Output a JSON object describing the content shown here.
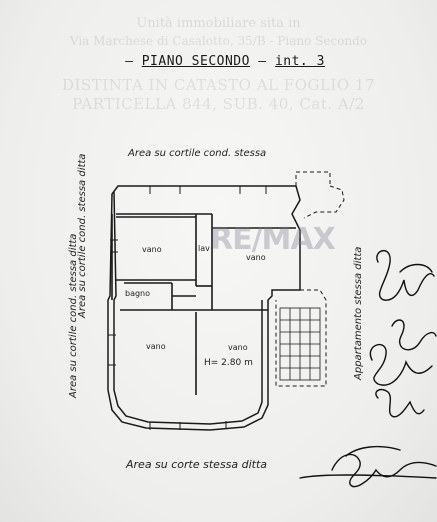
{
  "header": {
    "faint_line_1": "Unità immobiliare sita in",
    "faint_line_2": "Via Marchese di Casalotto, 35/B - Piano Secondo",
    "faint_line_3": "DISTINTA IN CATASTO AL FOGLIO 17",
    "faint_line_4": "PARTICELLA 844, SUB. 40, Cat. A/2"
  },
  "title": {
    "floor": "PIANO SECONDO",
    "interior": "int. 3"
  },
  "labels": {
    "top": "Area su cortile cond. stessa",
    "bottom": "Area su corte stessa ditta",
    "left_outer": "Area su cortile cond. stessa ditta",
    "left_inner": "Area su cortile cond. stessa ditta",
    "right": "Appartamento stessa ditta"
  },
  "rooms": {
    "vano_1": "vano",
    "lav": "lav",
    "vano_2": "vano",
    "bagno": "bagno",
    "vano_3": "vano",
    "vano_4": "vano",
    "height": "H= 2.80 m"
  },
  "watermark": "RE/MAX"
}
